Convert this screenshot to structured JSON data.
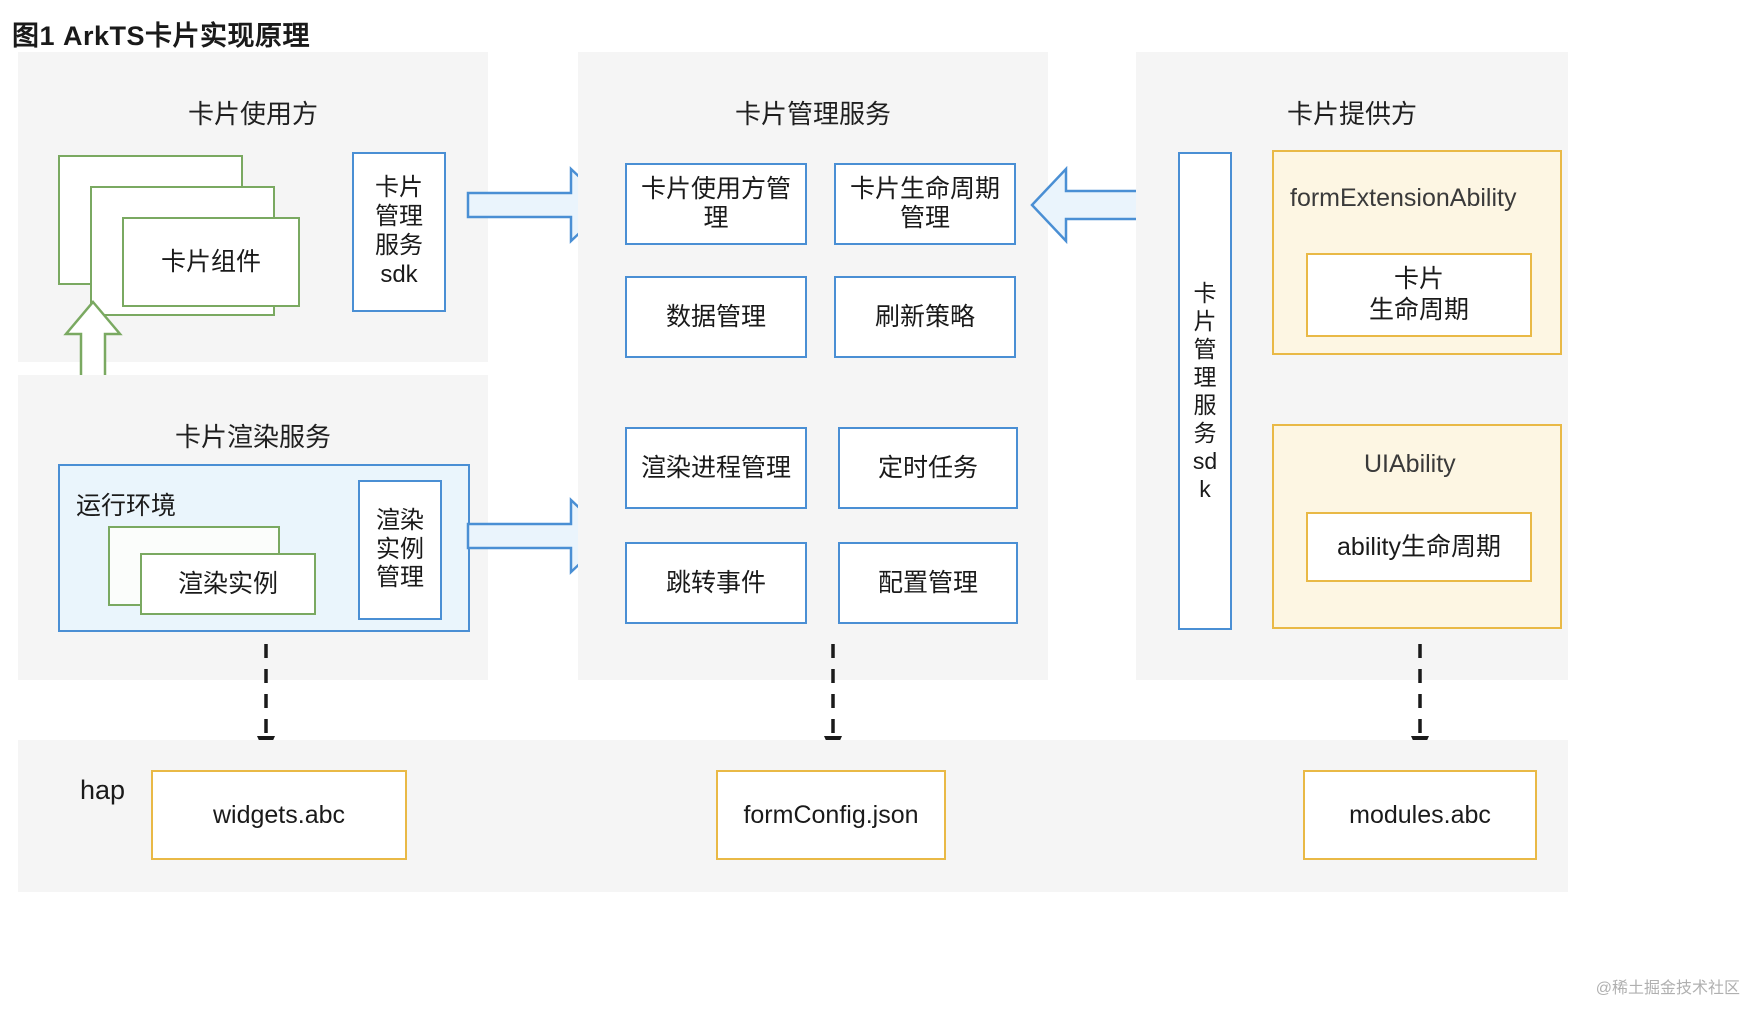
{
  "title": "图1 ArkTS卡片实现原理",
  "panels": {
    "consumer": {
      "title": "卡片使用方",
      "card_component": "卡片组件",
      "sdk": "卡片管理服务sdk"
    },
    "render_service": {
      "title": "卡片渲染服务",
      "runtime_label": "运行环境",
      "render_instance": "渲染实例",
      "instance_manager": "渲染实例管理"
    },
    "management_service": {
      "title": "卡片管理服务",
      "modules": [
        "卡片使用方管理",
        "卡片生命周期管理",
        "数据管理",
        "刷新策略",
        "渲染进程管理",
        "定时任务",
        "跳转事件",
        "配置管理"
      ]
    },
    "provider": {
      "title": "卡片提供方",
      "sdk": "卡片管理服务sdk",
      "form_extension_ability": "formExtensionAbility",
      "form_lifecycle": "卡片\n生命周期",
      "ui_ability": "UIAbility",
      "ability_lifecycle": "ability生命周期"
    },
    "artifacts": {
      "hap_label": "hap",
      "files": [
        "widgets.abc",
        "formConfig.json",
        "modules.abc"
      ]
    }
  },
  "watermark": "@稀土掘金技术社区",
  "colors": {
    "panel_bg": "#f5f5f5",
    "blue_border": "#4a8fd4",
    "green_border": "#7aa961",
    "yellow_border": "#e9b946",
    "yellow_fill": "#fdf6e3",
    "blue_fill": "#eaf5fc",
    "arrow_fill": "#eaf4fc"
  }
}
